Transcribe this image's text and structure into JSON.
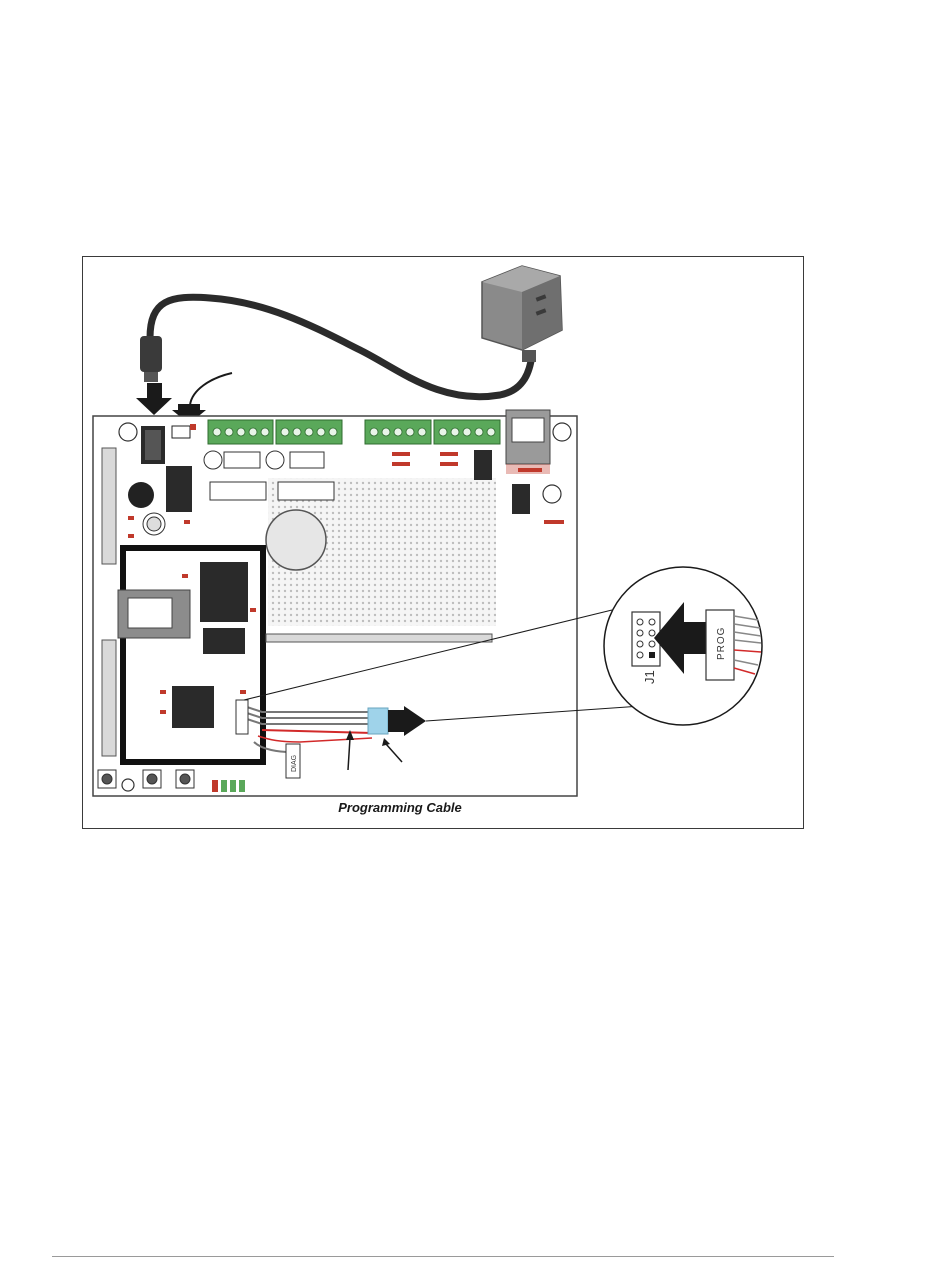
{
  "figure": {
    "caption": "Programming Cable",
    "connector_labels": {
      "cable_plug": "PROG",
      "board_header": "J1",
      "diag_header": "DIAG"
    }
  },
  "colors": {
    "board": "#ffffff",
    "terminal_block": "#5aa85a",
    "component_red": "#c0392b",
    "wire_red": "#d22a2a",
    "connector_blue": "#9fd3ea",
    "adapter_gray": "#7d7d7d"
  }
}
